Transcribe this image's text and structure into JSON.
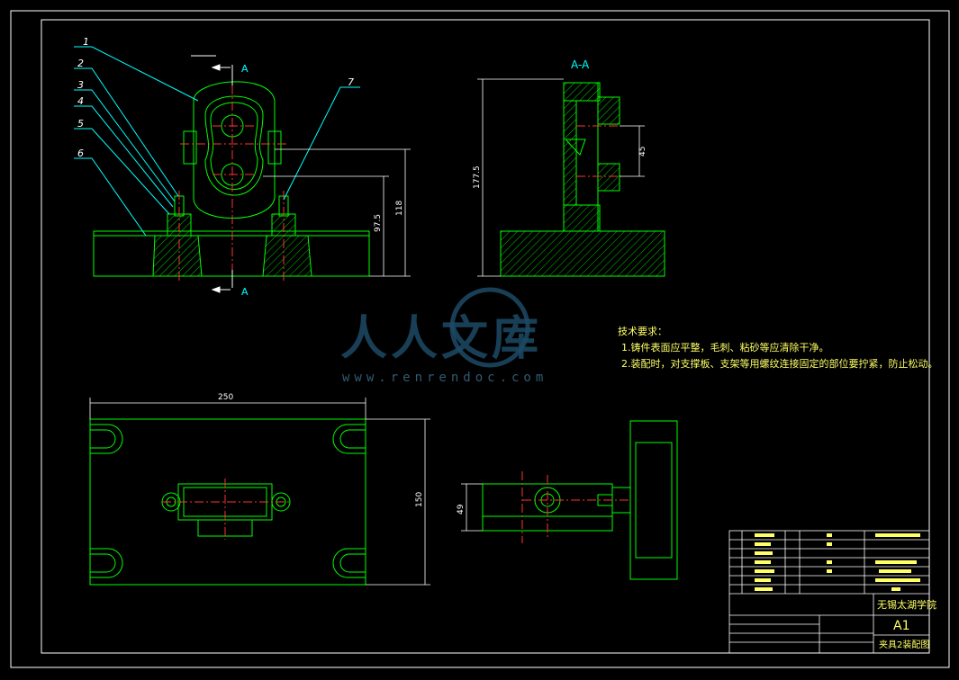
{
  "view_labels": {
    "section_mark_top": "A",
    "section_mark_bottom": "A",
    "section_title": "A-A"
  },
  "part_callouts": [
    "1",
    "2",
    "3",
    "4",
    "5",
    "6",
    "7"
  ],
  "dimensions": {
    "height_118": "118",
    "height_975": "97.5",
    "height_1775": "177.5",
    "spacing_45": "45",
    "width_250": "250",
    "height_150": "150",
    "offset_49": "49"
  },
  "tech_requirements": {
    "title": "技术要求：",
    "item1": "1.铸件表面应平整，毛刺、粘砂等应清除干净。",
    "item2": "2.装配时，对支撑板、支架等用螺纹连接固定的部位要拧紧，防止松动。"
  },
  "title_block": {
    "school": "无锡太湖学院",
    "size": "A1",
    "drawing_name": "夹具2装配图"
  },
  "watermark": {
    "text": "人人文库",
    "url": "www.renrendoc.com"
  },
  "colors": {
    "line": "#00ff00",
    "center": "#ff3333",
    "dim": "#ffffff",
    "leader": "#00ffff",
    "frame": "#ffffff",
    "note": "#ffff66"
  }
}
